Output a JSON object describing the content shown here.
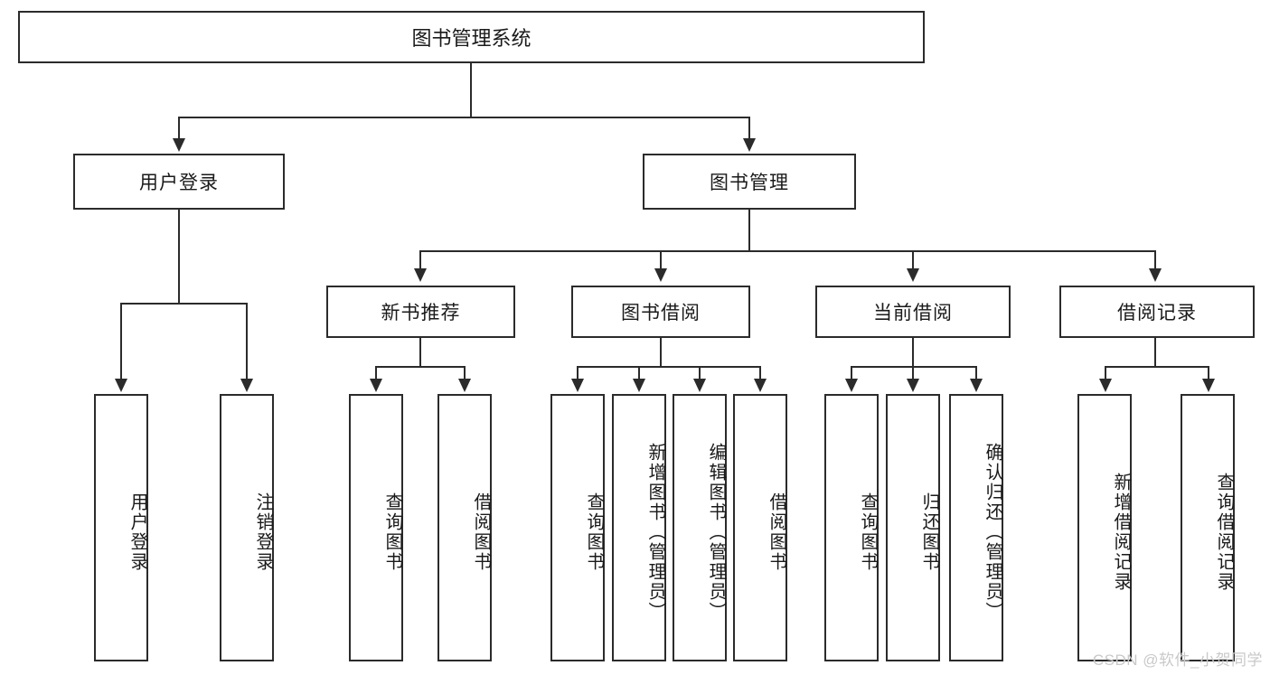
{
  "diagram": {
    "title": "图书管理系统",
    "type": "tree",
    "root": {
      "label": "图书管理系统"
    },
    "level1": [
      {
        "label": "用户登录"
      },
      {
        "label": "图书管理"
      }
    ],
    "level2": [
      {
        "label": "新书推荐"
      },
      {
        "label": "图书借阅"
      },
      {
        "label": "当前借阅"
      },
      {
        "label": "借阅记录"
      }
    ],
    "leaves": {
      "user_login": [
        {
          "label": "用户登录"
        },
        {
          "label": "注销登录"
        }
      ],
      "new_book_recommend": [
        {
          "label": "查询图书"
        },
        {
          "label": "借阅图书"
        }
      ],
      "book_borrow": [
        {
          "label": "查询图书"
        },
        {
          "label": "新增图书（管理员）"
        },
        {
          "label": "编辑图书（管理员）"
        },
        {
          "label": "借阅图书"
        }
      ],
      "current_borrow": [
        {
          "label": "查询图书"
        },
        {
          "label": "归还图书"
        },
        {
          "label": "确认归还（管理员）"
        }
      ],
      "borrow_record": [
        {
          "label": "新增借阅记录"
        },
        {
          "label": "查询借阅记录"
        }
      ]
    }
  },
  "watermark": {
    "text": "CSDN @软件_小贺同学"
  },
  "colors": {
    "stroke": "#2b2b2b",
    "background": "#ffffff",
    "text": "#1a1a1a",
    "watermark": "#c9c9c9"
  }
}
